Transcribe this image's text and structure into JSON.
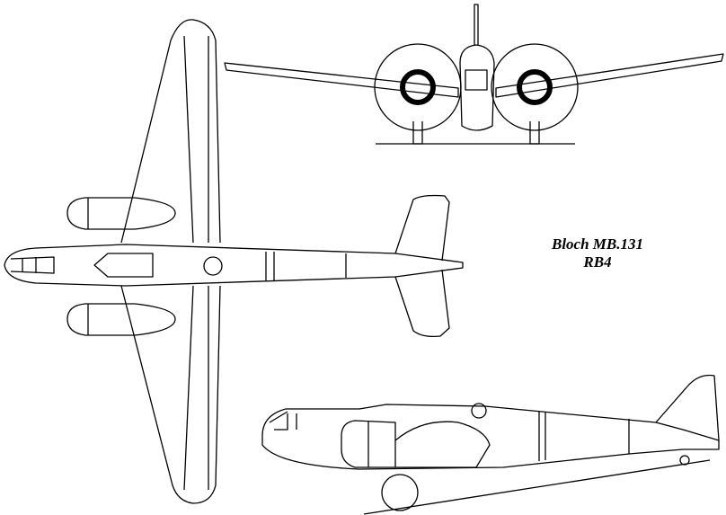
{
  "caption": {
    "line1": "Bloch MB.131",
    "line2": "RB4"
  },
  "views": [
    "plan-view",
    "front-view",
    "side-view"
  ],
  "line_color": "#000000",
  "background": "#ffffff"
}
